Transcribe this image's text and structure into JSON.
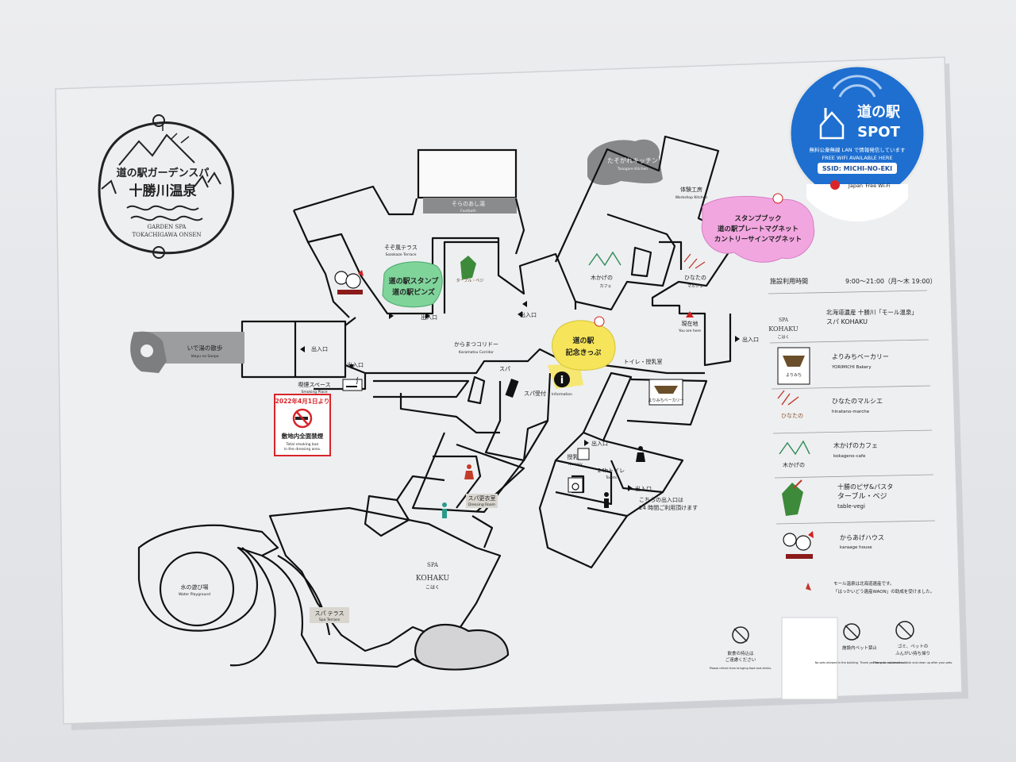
{
  "stamp": {
    "line1": "道の駅ガーデンスパ",
    "line2": "十勝川温泉",
    "en1": "GARDEN SPA",
    "en2": "TOKACHIGAWA ONSEN"
  },
  "wifi": {
    "brand_jp": "道の駅",
    "brand_en": "SPOT",
    "desc_jp": "無料公衆無線 LAN で情報発信しています",
    "desc_en": "FREE WIFI AVAILABLE HERE",
    "ssid": "SSID: MICHI-NO-EKI",
    "japan": "Japan",
    "freewifi": "Free Wi-Fi"
  },
  "map": {
    "tasogare": "たそがれキッチン",
    "tasogare_en": "Tasogare Kitchen",
    "taiken": "体験工房",
    "taiken_en": "Workshop Kitchen",
    "sorano": "そらのあし湯",
    "sorano_en": "Footbath",
    "sozokaze": "そぞ風テラス",
    "sozokaze_en": "Sozokaze Terrace",
    "stamp_pins_1": "道の駅スタンプ",
    "stamp_pins_2": "道の駅ピンズ",
    "magnet_1": "スタンプブック",
    "magnet_2": "道の駅プレートマグネット",
    "magnet_3": "カントリーサインマグネット",
    "kippu_1": "道の駅",
    "kippu_2": "記念きっぷ",
    "ideyu": "いで湯の散歩",
    "ideyu_en": "Ideyu no Sanpo",
    "karamatsu": "からまつコリドー",
    "karamatsu_en": "Karamatsu Corridor",
    "exit": "出入口",
    "smoking": "喫煙スペース",
    "smoking_en": "Smoking Place",
    "spa": "スパ",
    "spa_reception": "スパ受付",
    "info_en": "Information",
    "toilet_nursery": "トイレ・授乳室",
    "genzaichi": "現在地",
    "genzaichi_en": "You are here",
    "nursery": "授乳室",
    "nursery_en": "Nursery",
    "toilet24": "24hトイレ",
    "toilet24_en": "Toilets",
    "exit24_1": "こちらの出入口は",
    "exit24_2": "24 時間ご利用頂けます",
    "dressing": "スパ更衣室",
    "dressing_en": "Dressing Room",
    "spa_kohaku_1": "SPA",
    "spa_kohaku_2": "KOHAKU",
    "spa_kohaku_3": "こはく",
    "mizu": "水の遊び場",
    "mizu_en": "Water Playground",
    "spa_terrace": "スパ テラス",
    "spa_terrace_en": "Spa Terrace",
    "no_smoking_date": "2022年4月1日より",
    "no_smoking_jp": "敷地内全面禁煙",
    "no_smoking_en1": "Total smoking ban",
    "no_smoking_en2": "in the dressing area.",
    "kokage_shop_1": "木かげの",
    "kokage_shop_2": "カフェ",
    "hinata_shop_1": "ひなたの",
    "hinata_shop_2": "マルシェ"
  },
  "legend": {
    "hours_label": "施設利用時間",
    "hours_value": "9:00～21:00（月～木 19:00）",
    "items": [
      {
        "jp": "北海道遺産 十勝川「モール温泉」",
        "jp2": "スパ KOHAKU",
        "en": ""
      },
      {
        "jp": "よりみちベーカリー",
        "jp2": "",
        "en": "YORIMICHI Bakery"
      },
      {
        "jp": "ひなたのマルシエ",
        "jp2": "",
        "en": "hinatano-marche"
      },
      {
        "jp": "木かげのカフェ",
        "jp2": "",
        "en": "kokageno-cafe"
      },
      {
        "jp": "十勝のピザ&パスタ",
        "jp2": "ターブル・ベジ",
        "en": "table-vegi"
      },
      {
        "jp": "からあげハウス",
        "jp2": "",
        "en": "karaage house"
      }
    ],
    "spa_logo_1": "SPA",
    "spa_logo_2": "KOHAKU",
    "spa_logo_3": "こはく",
    "note_1": "モール温泉は北海道遺産です。",
    "note_2": "「はっかいどう遺産WAON」の助成を受けました。",
    "rules": [
      {
        "jp1": "飲食の持込は",
        "jp2": "ご遠慮ください",
        "en": "Please refrain from bringing food and drinks."
      },
      {
        "jp1": "施設内ペット禁止",
        "jp2": "",
        "en": "No pets allowed in the building. Thank you for your cooperation."
      },
      {
        "jp1": "ゴミ、ペットの",
        "jp2": "ふんがい持ち帰り",
        "en": "Please do not leave rubbish and clean up after your pets."
      }
    ]
  },
  "colors": {
    "wifi_blue": "#1e6fd0",
    "stamp_green": "#7fd49a",
    "magnet_pink": "#f2a6e0",
    "kippu_yellow": "#f6e55a",
    "no_smoking_red": "#d7252a",
    "here_marker": "#d32020"
  }
}
